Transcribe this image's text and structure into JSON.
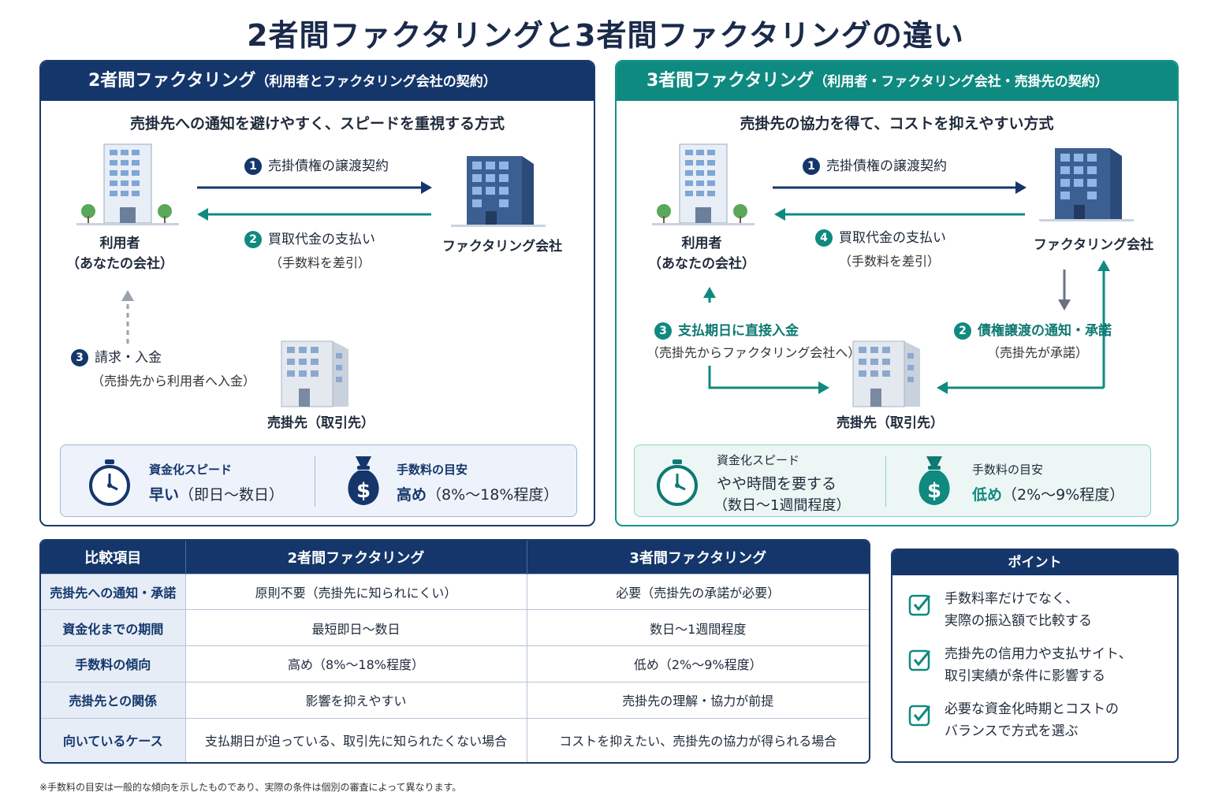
{
  "title": "2者間ファクタリングと3者間ファクタリングの違い",
  "two_party": {
    "header": "2者間ファクタリング",
    "header_sub": "（利用者とファクタリング会社の契約）",
    "description": "売掛先への通知を避けやすく、スピードを重視する方式",
    "user_label_1": "利用者",
    "user_label_2": "（あなたの会社）",
    "factor_label": "ファクタリング会社",
    "client_label": "売掛先（取引先）",
    "step1_num": "1",
    "step1": "売掛債権の譲渡契約",
    "step2_num": "2",
    "step2": "買取代金の支払い",
    "step2_sub": "（手数料を差引）",
    "step3_num": "3",
    "step3": "請求・入金",
    "step3_sub": "（売掛先から利用者へ入金）",
    "speed_label": "資金化スピード",
    "speed_value_hl": "早い",
    "speed_value": "（即日〜数日）",
    "fee_label": "手数料の目安",
    "fee_value_hl": "高め",
    "fee_value": "（8%〜18%程度）"
  },
  "three_party": {
    "header": "3者間ファクタリング",
    "header_sub": "（利用者・ファクタリング会社・売掛先の契約）",
    "description": "売掛先の協力を得て、コストを抑えやすい方式",
    "user_label_1": "利用者",
    "user_label_2": "（あなたの会社）",
    "factor_label": "ファクタリング会社",
    "client_label": "売掛先（取引先）",
    "step1_num": "1",
    "step1": "売掛債権の譲渡契約",
    "step4_num": "4",
    "step4": "買取代金の支払い",
    "step4_sub": "（手数料を差引）",
    "step3_num": "3",
    "step3": "支払期日に直接入金",
    "step3_sub": "（売掛先からファクタリング会社へ）",
    "step2_num": "2",
    "step2": "債権譲渡の通知・承諾",
    "step2_sub": "（売掛先が承諾）",
    "speed_label": "資金化スピード",
    "speed_value_1": "やや時間を要する",
    "speed_value_2": "（数日〜1週間程度）",
    "fee_label": "手数料の目安",
    "fee_value_hl": "低め",
    "fee_value": "（2%〜9%程度）"
  },
  "comparison": {
    "headers": [
      "比較項目",
      "2者間ファクタリング",
      "3者間ファクタリング"
    ],
    "rows": [
      [
        "売掛先への通知・承諾",
        "原則不要（売掛先に知られにくい）",
        "必要（売掛先の承諾が必要）"
      ],
      [
        "資金化までの期間",
        "最短即日〜数日",
        "数日〜1週間程度"
      ],
      [
        "手数料の傾向",
        "高め（8%〜18%程度）",
        "低め（2%〜9%程度）"
      ],
      [
        "売掛先との関係",
        "影響を抑えやすい",
        "売掛先の理解・協力が前提"
      ],
      [
        "向いているケース",
        "支払期日が迫っている、取引先に知られたくない場合",
        "コストを抑えたい、売掛先の協力が得られる場合"
      ]
    ]
  },
  "points": {
    "header": "ポイント",
    "items": [
      [
        "手数料率だけでなく、",
        "実際の振込額で比較する"
      ],
      [
        "売掛先の信用力や支払サイト、",
        "取引実績が条件に影響する"
      ],
      [
        "必要な資金化時期とコストの",
        "バランスで方式を選ぶ"
      ]
    ]
  },
  "footnote": "※手数料の目安は一般的な傾向を示したものであり、実際の条件は個別の審査によって異なります。",
  "colors": {
    "navy": "#14366b",
    "teal": "#0f8a80"
  }
}
